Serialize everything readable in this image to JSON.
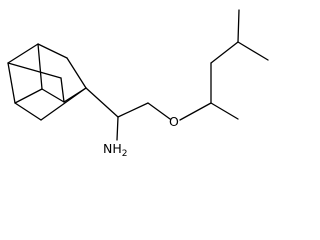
{
  "molecule": {
    "atom_labels": {
      "oxygen": "O",
      "amine": "NH",
      "amine_subscript": "2"
    },
    "colors": {
      "bonds": "#000000",
      "labels": "#000000",
      "background": "#ffffff"
    }
  }
}
